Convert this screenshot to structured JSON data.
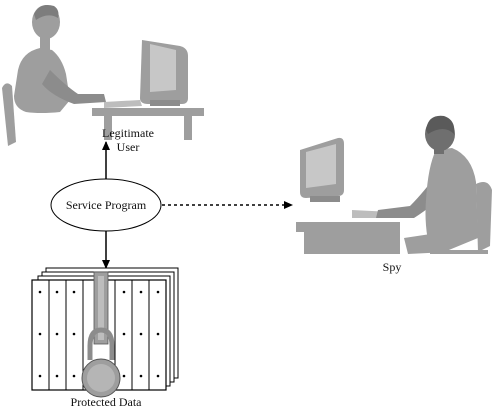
{
  "labels": {
    "legitimate_user_line1": "Legitimate",
    "legitimate_user_line2": "User",
    "service_program": "Service Program",
    "spy": "Spy",
    "protected_data": "Protected Data"
  },
  "icons": {
    "user": "person-at-computer-icon",
    "spy": "person-at-computer-icon",
    "data": "locked-file-stack-icon"
  },
  "colors": {
    "silhouette": "#9e9e9e",
    "silhouette_dark": "#6f6f6f",
    "line": "#000000"
  }
}
